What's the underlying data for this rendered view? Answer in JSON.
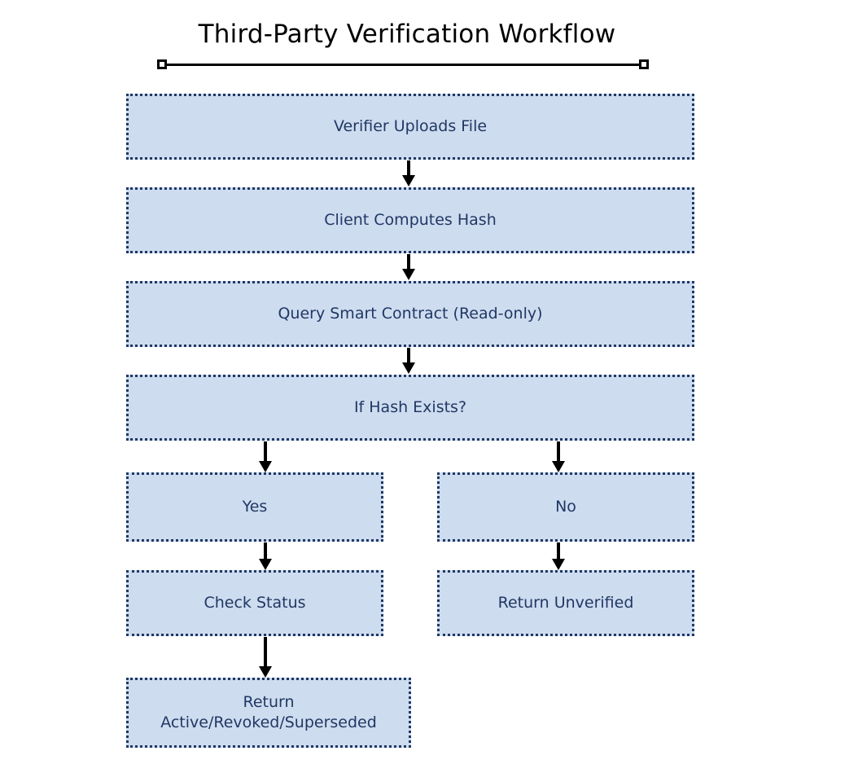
{
  "diagram": {
    "title": "Third-Party Verification Workflow",
    "background_color": "#ffffff",
    "node_fill_color": "#cedcef",
    "node_border_color": "#1f3864",
    "node_text_color": "#1f3864",
    "connector_color": "#000000",
    "title_color": "#000000"
  },
  "nodes": {
    "upload": {
      "label": "Verifier Uploads File"
    },
    "hash": {
      "label": "Client Computes Hash"
    },
    "query": {
      "label": "Query Smart Contract (Read-only)"
    },
    "decision": {
      "label": "If Hash Exists?"
    },
    "yes": {
      "label": "Yes"
    },
    "no": {
      "label": "No"
    },
    "check_status": {
      "label": "Check Status"
    },
    "return_unverified": {
      "label": "Return Unverified"
    },
    "return_status_line1": "Return",
    "return_status_line2": "Active/Revoked/Superseded"
  },
  "flow": {
    "edges": [
      {
        "from": "Verifier Uploads File",
        "to": "Client Computes Hash",
        "label": ""
      },
      {
        "from": "Client Computes Hash",
        "to": "Query Smart Contract (Read-only)",
        "label": ""
      },
      {
        "from": "Query Smart Contract (Read-only)",
        "to": "If Hash Exists?",
        "label": ""
      },
      {
        "from": "If Hash Exists?",
        "to": "Yes",
        "label": ""
      },
      {
        "from": "If Hash Exists?",
        "to": "No",
        "label": ""
      },
      {
        "from": "Yes",
        "to": "Check Status",
        "label": ""
      },
      {
        "from": "No",
        "to": "Return Unverified",
        "label": ""
      },
      {
        "from": "Check Status",
        "to": "Return Active/Revoked/Superseded",
        "label": ""
      }
    ]
  }
}
